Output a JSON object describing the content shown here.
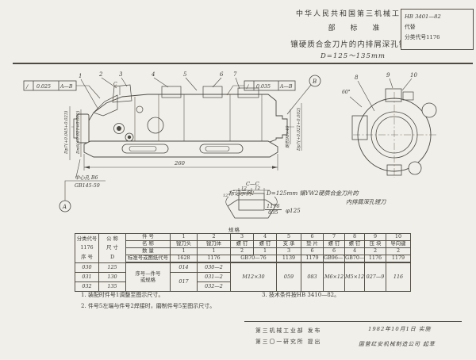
{
  "header": {
    "ministry": "中华人民共和国第三机械工业部",
    "standard_type": "部 标 准",
    "title": "镶硬质合金刀片的内排屑深孔镗刀",
    "size_range": "D=125～135mm",
    "code_box": {
      "code": "HB 3401—82",
      "replaces": "代替",
      "class_label": "分类代号1176"
    }
  },
  "drawing": {
    "callouts": [
      "1",
      "2",
      "3",
      "4",
      "5",
      "6",
      "7"
    ],
    "end_callouts": [
      "8",
      "9",
      "10"
    ],
    "tol1": {
      "sym": "∕",
      "value": "0.025",
      "datum": "A—B"
    },
    "tol2": {
      "sym": "∕",
      "value": "0.035",
      "datum": "A—B"
    },
    "datum_a": "A",
    "datum_b": "B",
    "section_cut_label": "C",
    "center_hole_line1": "中心孔 B6",
    "center_hole_line2": "GB145-59",
    "dim_length": "260",
    "section_title": "C—C",
    "section_dim_left": "12",
    "section_dim_right": "12",
    "section_angle": "12°",
    "angle_60": "60°",
    "left_dim_outer": "Dp7(+0.045+0.023)",
    "left_dim_inner": "Dn6(+0.021+0.002)",
    "right_dim_front": "矩形98×40",
    "right_dim_back": "Dp7(+0.021+0.002)"
  },
  "example": {
    "label": "标记示例：",
    "line1": "D=125mm  镶YW2硬质合金刀片的",
    "line2": "内排屑深孔镗刀",
    "frac_top": "1176",
    "frac_bottom": "035",
    "spec": "φ125"
  },
  "table": {
    "title": "规格",
    "left": {
      "h1a": "分类代号",
      "h1b": "公 称",
      "h2a": "1176",
      "h2b": "尺 寸",
      "h3a": "序 号",
      "h3b": "D",
      "rows": [
        [
          "030",
          "125"
        ],
        [
          "031",
          "130"
        ],
        [
          "032",
          "135"
        ]
      ]
    },
    "stub": {
      "parts_no": "件 号",
      "name": "名 称",
      "qty": "数 量",
      "std": "标准号或图纸代号",
      "spec1": "序号—件号",
      "spec2": "或规格"
    },
    "columns": [
      {
        "no": "1",
        "name": "镗刀头",
        "qty": "1",
        "std": "1628"
      },
      {
        "no": "2",
        "name": "镗刀体",
        "qty": "1",
        "std": "1176"
      },
      {
        "no": "3",
        "name": "螺 钉",
        "qty": "2",
        "std": "GB70—76"
      },
      {
        "no": "4",
        "name": "螺 钉",
        "qty": "1",
        "std": ""
      },
      {
        "no": "5",
        "name": "支 承",
        "qty": "3",
        "std": "1139"
      },
      {
        "no": "6",
        "name": "垫 片",
        "qty": "6",
        "std": "1179"
      },
      {
        "no": "7",
        "name": "螺 钉",
        "qty": "6",
        "std": "GB96—76"
      },
      {
        "no": "8",
        "name": "螺 钉",
        "qty": "4",
        "std": "GB70—76"
      },
      {
        "no": "9",
        "name": "压 块",
        "qty": "2",
        "std": "1176"
      },
      {
        "no": "10",
        "name": "导向键",
        "qty": "2",
        "std": "1179"
      }
    ],
    "values": {
      "col1_top": "014",
      "col1_bottom": "017",
      "col2_rows": [
        "030—2",
        "031—2",
        "032—2"
      ],
      "col34": "M12×30",
      "col5": "059",
      "col6": "083",
      "col7": "M6×12",
      "col8": "M5×12",
      "col9": "027—9",
      "col10": "116"
    }
  },
  "notes": {
    "n1": "1. 装配时件号1调整至图示尺寸。",
    "n2": "2. 件号5左端与件号2焊接时，磨制件号5至图示尺寸。",
    "n3": "3. 技术条件按HB 3410—82。"
  },
  "footer": {
    "issued_by": "第三机械工业部  发布",
    "proposed_by": "第三〇一研究所  提出",
    "effective": "1982年10月1日  实施",
    "drafted_by": "国营红安机械制造公司  起草"
  }
}
